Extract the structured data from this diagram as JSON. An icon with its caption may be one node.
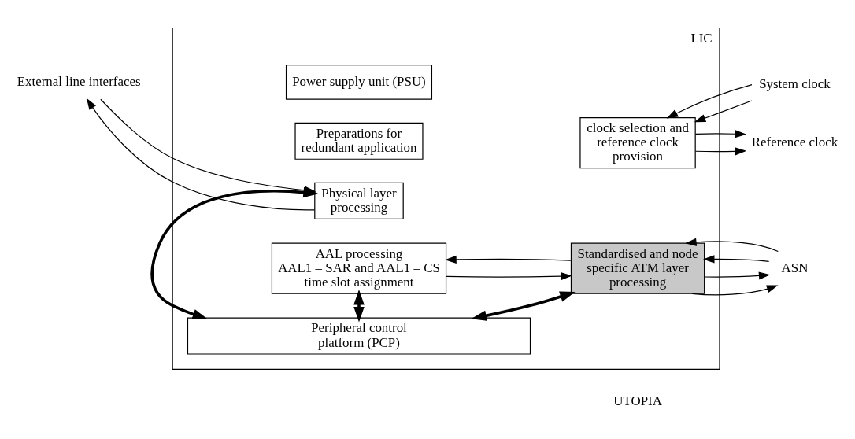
{
  "diagram": {
    "nodes": [
      {
        "text": [
          "LIC"
        ]
      },
      {
        "text": [
          "Power supply unit (PSU)"
        ],
        "in": 0
      },
      {
        "text": [
          "Preparations for redundant application"
        ],
        "in": 0
      },
      {
        "text": [
          "clock selection and reference clock provision"
        ],
        "in": 0
      },
      {
        "text": [
          "Physical layer processing"
        ],
        "in": 0
      },
      {
        "text": [
          "AAL processing",
          "AAL1 – SAR and AAL1 – CS time slot assignment"
        ],
        "in": 0
      },
      {
        "text": [
          "Standardised and node specific ATM layer processing"
        ],
        "in": 0
      },
      {
        "text": [
          "Peripheral control platform (PCP)"
        ],
        "in": 0
      },
      {
        "text": [
          "System clock"
        ]
      },
      {
        "text": [
          "Reference clock"
        ]
      },
      {
        "text": [
          "External line interfaces"
        ]
      },
      {
        "text": [
          "ASN"
        ]
      }
    ],
    "edges": [
      {
        "from": 8,
        "to": 3,
        "arrow": "to"
      },
      {
        "from": 8,
        "to": 3,
        "arrow": "to"
      },
      {
        "from": 3,
        "to": 9,
        "arrow": "to"
      },
      {
        "from": 3,
        "to": 9,
        "arrow": "to"
      },
      {
        "from": 10,
        "to": 4,
        "arrow": "to"
      },
      {
        "from": 4,
        "to": 10,
        "arrow": "to"
      },
      {
        "from": 5,
        "to": 6,
        "arrow": "to"
      },
      {
        "from": 6,
        "to": 5,
        "arrow": "to"
      },
      {
        "from": 6,
        "to": 11,
        "arrow": "to"
      },
      {
        "from": 6,
        "to": 11,
        "arrow": "to"
      },
      {
        "from": 11,
        "to": 6,
        "arrow": "to"
      },
      {
        "from": 11,
        "to": 6,
        "arrow": "to"
      },
      {
        "from": 4,
        "to": 7,
        "arrow": "both",
        "style": "thick"
      },
      {
        "from": 5,
        "to": 7,
        "arrow": "both",
        "style": "thick"
      },
      {
        "from": 6,
        "to": 7,
        "arrow": "both",
        "style": "thick"
      }
    ],
    "labels": [
      "UTOPIA"
    ]
  }
}
